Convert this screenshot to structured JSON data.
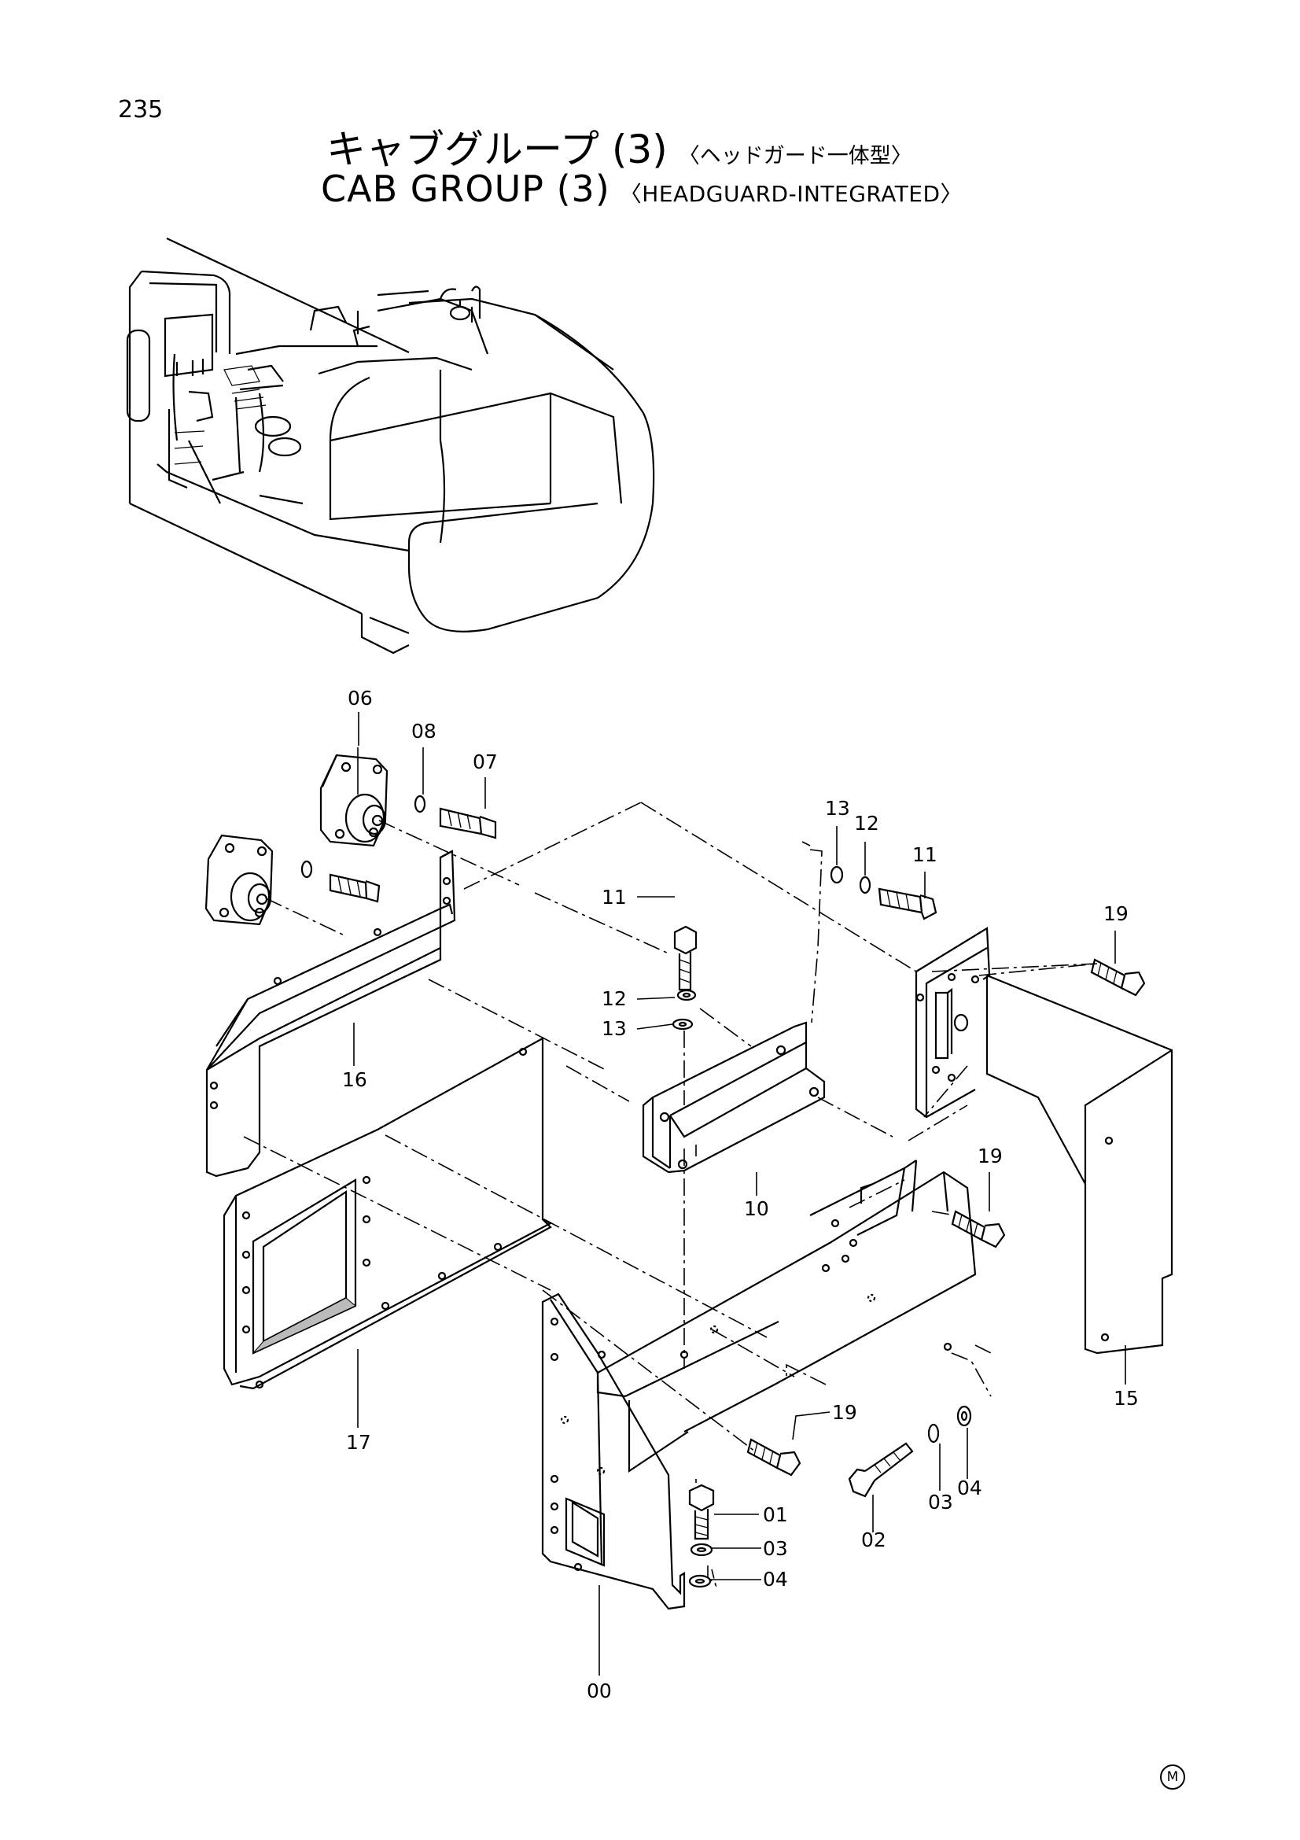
{
  "page": {
    "number": "235",
    "mark": "M"
  },
  "title": {
    "ja_main": "キャブグループ (3)",
    "ja_sub": "〈ヘッドガード一体型〉",
    "en_main": "CAB  GROUP (3)",
    "en_sub": "〈HEADGUARD-INTEGRATED〉"
  },
  "callouts": [
    "00",
    "01",
    "02",
    "03",
    "04",
    "06",
    "07",
    "08",
    "10",
    "11",
    "12",
    "13",
    "15",
    "16",
    "17",
    "19"
  ],
  "diagram": {
    "labels": {
      "p00": "00",
      "p01": "01",
      "p02": "02",
      "p03a": "03",
      "p03b": "03",
      "p04a": "04",
      "p04b": "04",
      "p06": "06",
      "p07": "07",
      "p08": "08",
      "p10": "10",
      "p11a": "11",
      "p11b": "11",
      "p12a": "12",
      "p12b": "12",
      "p13a": "13",
      "p13b": "13",
      "p15": "15",
      "p16": "16",
      "p17": "17",
      "p19a": "19",
      "p19b": "19",
      "p19c": "19"
    }
  }
}
